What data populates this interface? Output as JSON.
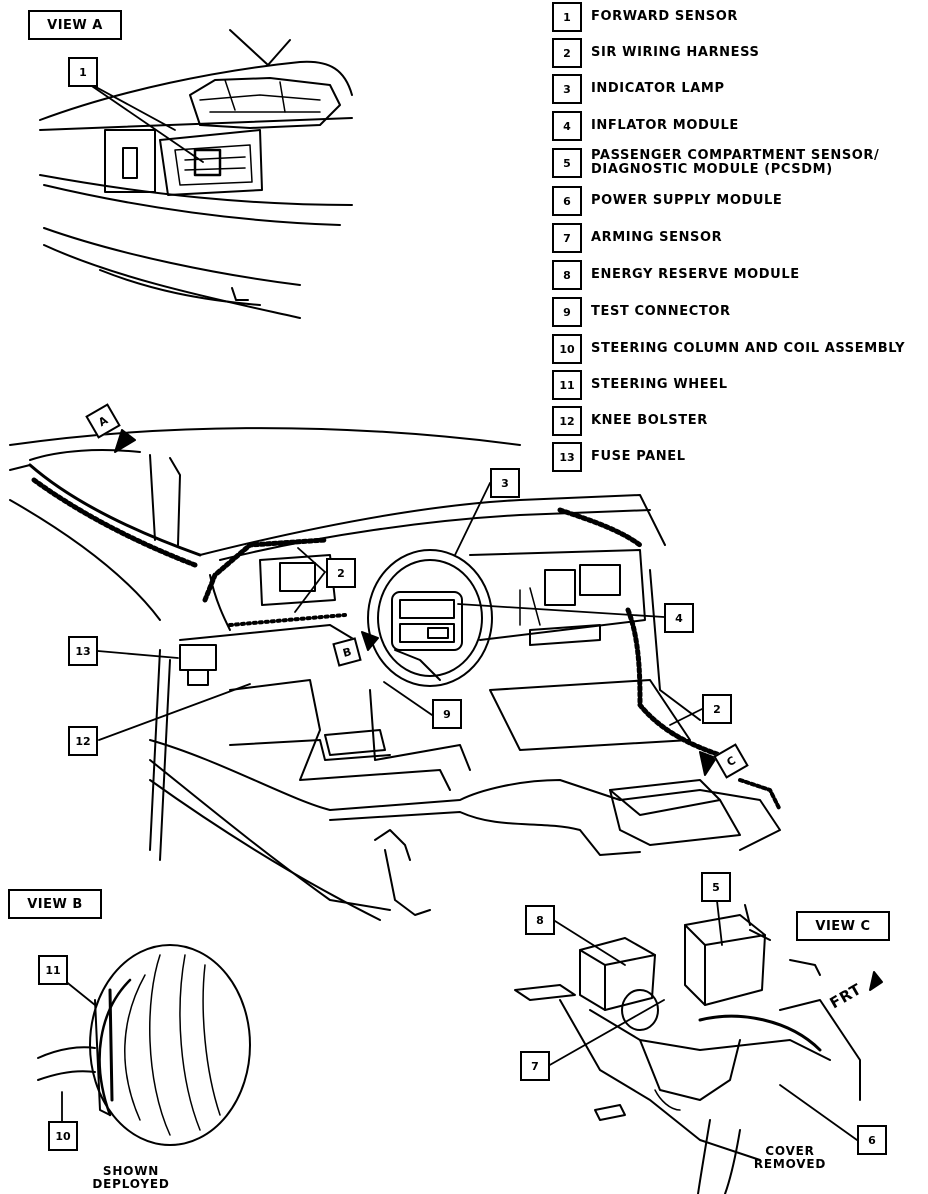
{
  "views": {
    "a": "VIEW A",
    "b": "VIEW B",
    "c": "VIEW C"
  },
  "legend": [
    {
      "num": "1",
      "text": "FORWARD SENSOR"
    },
    {
      "num": "2",
      "text": "SIR WIRING HARNESS"
    },
    {
      "num": "3",
      "text": "INDICATOR LAMP"
    },
    {
      "num": "4",
      "text": "INFLATOR MODULE"
    },
    {
      "num": "5",
      "text": "PASSENGER COMPARTMENT SENSOR/\nDIAGNOSTIC MODULE (PCSDM)"
    },
    {
      "num": "6",
      "text": "POWER SUPPLY MODULE"
    },
    {
      "num": "7",
      "text": "ARMING SENSOR"
    },
    {
      "num": "8",
      "text": "ENERGY RESERVE MODULE"
    },
    {
      "num": "9",
      "text": "TEST CONNECTOR"
    },
    {
      "num": "10",
      "text": "STEERING COLUMN AND COIL ASSEMBLY"
    },
    {
      "num": "11",
      "text": "STEERING WHEEL"
    },
    {
      "num": "12",
      "text": "KNEE BOLSTER"
    },
    {
      "num": "13",
      "text": "FUSE PANEL"
    }
  ],
  "callouts": {
    "a1": "1",
    "m2a": "2",
    "m3": "3",
    "m4": "4",
    "m13": "13",
    "m12": "12",
    "m9": "9",
    "m2b": "2",
    "b11": "11",
    "b10": "10",
    "c8": "8",
    "c5": "5",
    "c7": "7",
    "c6": "6"
  },
  "view_refs": {
    "a": "A",
    "b": "B",
    "c": "C"
  },
  "captions": {
    "shown_deployed": "SHOWN\nDEPLOYED",
    "cover_removed": "COVER\nREMOVED",
    "frt": "FRT"
  }
}
